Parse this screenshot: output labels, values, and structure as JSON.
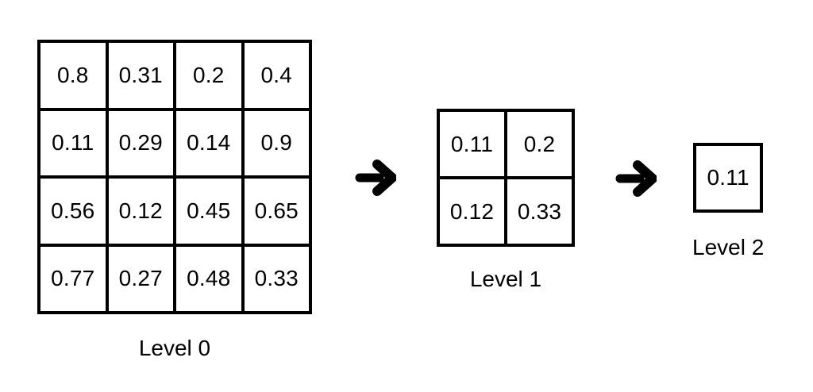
{
  "diagram": {
    "background_color": "#ffffff",
    "line_color": "#000000",
    "levels": [
      {
        "label": "Level 0",
        "grid_size": 4,
        "rows": [
          [
            "0.8",
            "0.31",
            "0.2",
            "0.4"
          ],
          [
            "0.11",
            "0.29",
            "0.14",
            "0.9"
          ],
          [
            "0.56",
            "0.12",
            "0.45",
            "0.65"
          ],
          [
            "0.77",
            "0.27",
            "0.48",
            "0.33"
          ]
        ]
      },
      {
        "label": "Level 1",
        "grid_size": 2,
        "rows": [
          [
            "0.11",
            "0.2"
          ],
          [
            "0.12",
            "0.33"
          ]
        ]
      },
      {
        "label": "Level 2",
        "grid_size": 1,
        "rows": [
          [
            "0.11"
          ]
        ]
      }
    ],
    "arrows": [
      {
        "icon": "right-arrow-icon",
        "from": "Level 0",
        "to": "Level 1"
      },
      {
        "icon": "right-arrow-icon",
        "from": "Level 1",
        "to": "Level 2"
      }
    ]
  }
}
